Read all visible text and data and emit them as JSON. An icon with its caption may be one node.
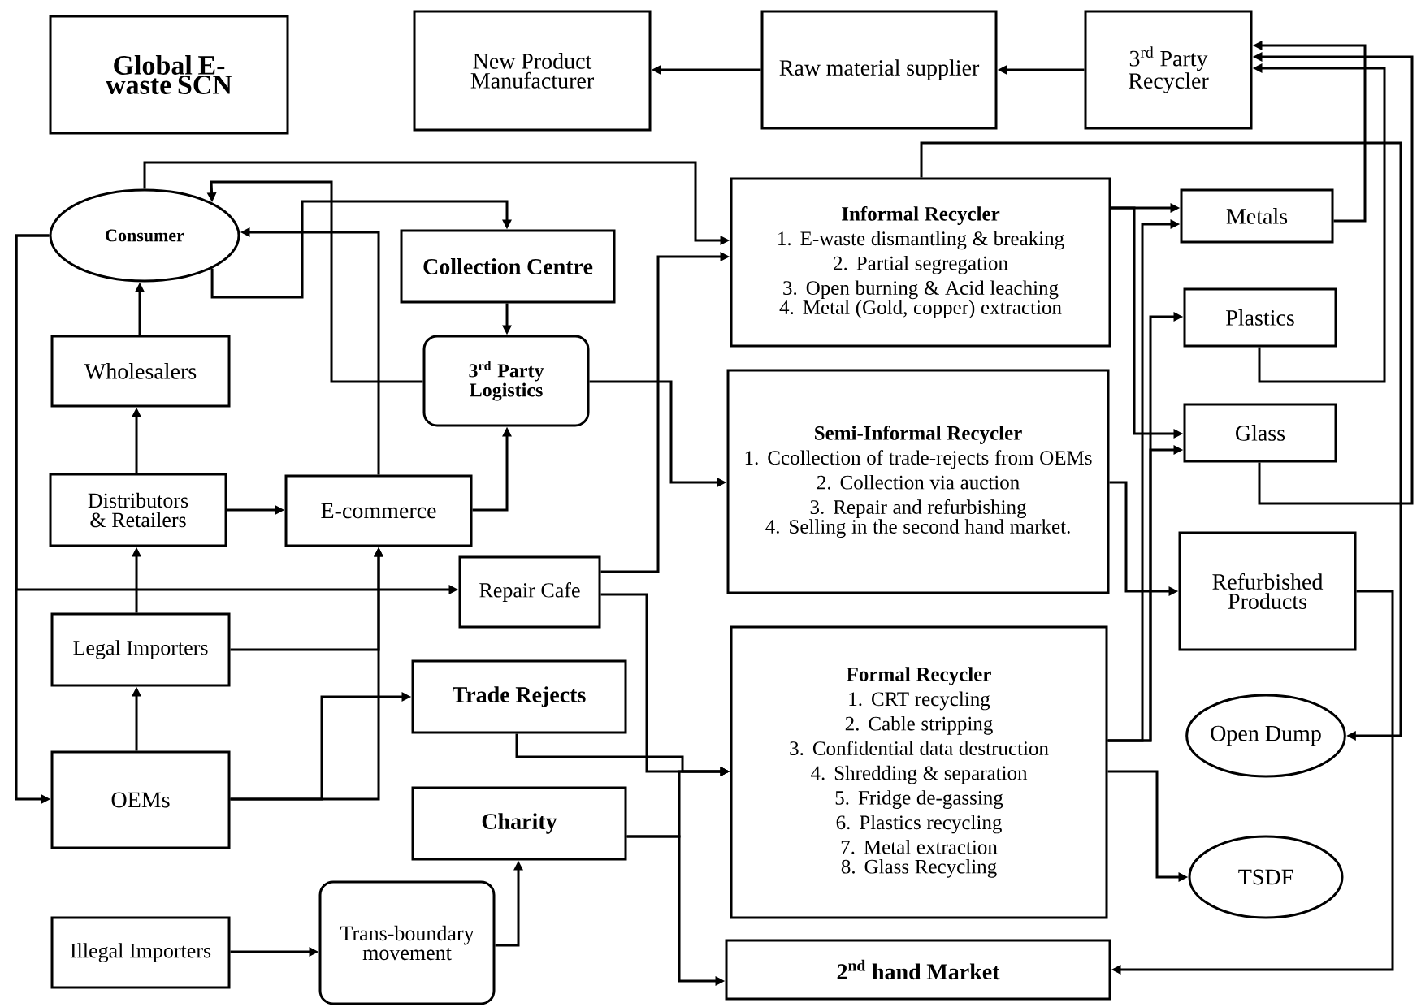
{
  "diagram": {
    "nodes": [
      {
        "text": [
          "Global E-waste SCN"
        ]
      },
      {
        "text": [
          "New Product Manufacturer"
        ]
      },
      {
        "text": [
          "Raw material supplier"
        ]
      },
      {
        "text": [
          "3$^{rd}$ Party Recycler"
        ]
      },
      {
        "text": [
          "Consumer"
        ]
      },
      {
        "text": [
          "Collection Centre"
        ]
      },
      {
        "text": [
          "3$^{rd}$ Party Logistics"
        ]
      },
      {
        "text": [
          "Wholesalers"
        ]
      },
      {
        "text": [
          "Distributors & Retailers"
        ]
      },
      {
        "text": [
          "E-commerce"
        ]
      },
      {
        "text": [
          "Repair Cafe"
        ]
      },
      {
        "text": [
          "Legal Importers"
        ]
      },
      {
        "text": [
          "Trade Rejects"
        ]
      },
      {
        "text": [
          "OEMs"
        ]
      },
      {
        "text": [
          "Charity"
        ]
      },
      {
        "text": [
          "Illegal Importers"
        ]
      },
      {
        "text": [
          "Trans-boundary movement"
        ]
      },
      {
        "text": [
          "Informal Recycler",
          "1. E-waste dismantling & breaking",
          "2. Partial segregation",
          "3. Open burning & Acid leaching",
          "4. Metal (Gold, copper) extraction"
        ]
      },
      {
        "text": [
          "Semi-Informal Recycler",
          "1. Ccollection of trade-rejects from OEMs",
          "2. Collection via auction",
          "3. Repair and refurbishing",
          "4. Selling in the second hand market."
        ]
      },
      {
        "text": [
          "Formal Recycler",
          "1. CRT recycling",
          "2. Cable stripping",
          "3. Confidential data destruction",
          "4. Shredding & separation",
          "5. Fridge de-gassing",
          "6. Plastics recycling",
          "7. Metal extraction",
          "8. Glass Recycling"
        ]
      },
      {
        "text": [
          "2$^{nd}$ hand Market"
        ]
      },
      {
        "text": [
          "Metals"
        ]
      },
      {
        "text": [
          "Plastics"
        ]
      },
      {
        "text": [
          "Glass"
        ]
      },
      {
        "text": [
          "Refurbished Products"
        ]
      },
      {
        "text": [
          "Open Dump"
        ]
      },
      {
        "text": [
          "TSDF"
        ]
      }
    ],
    "edges": [
      {
        "from": 3,
        "to": 2,
        "arrow": "to"
      },
      {
        "from": 2,
        "to": 1,
        "arrow": "to"
      },
      {
        "from": 21,
        "to": 3,
        "arrow": "to"
      },
      {
        "from": 22,
        "to": 3,
        "arrow": "to"
      },
      {
        "from": 23,
        "to": 3,
        "arrow": "to"
      },
      {
        "from": 7,
        "to": 4,
        "arrow": "to"
      },
      {
        "from": 8,
        "to": 7,
        "arrow": "to"
      },
      {
        "from": 8,
        "to": 9,
        "arrow": "to"
      },
      {
        "from": 11,
        "to": 8,
        "arrow": "to"
      },
      {
        "from": 11,
        "to": 9,
        "arrow": "to"
      },
      {
        "from": 13,
        "to": 11,
        "arrow": "to"
      },
      {
        "from": 13,
        "to": 9,
        "arrow": "to"
      },
      {
        "from": 13,
        "to": 12,
        "arrow": "to"
      },
      {
        "from": 9,
        "to": 4,
        "arrow": "to"
      },
      {
        "from": 9,
        "to": 6,
        "arrow": "to"
      },
      {
        "from": 5,
        "to": 6,
        "arrow": "to"
      },
      {
        "from": 4,
        "to": 5,
        "arrow": "to"
      },
      {
        "from": 6,
        "to": 4,
        "arrow": "to"
      },
      {
        "from": 4,
        "to": 10,
        "arrow": "to"
      },
      {
        "from": 4,
        "to": 13,
        "arrow": "to"
      },
      {
        "from": 4,
        "to": 17,
        "arrow": "to"
      },
      {
        "from": 10,
        "to": 17,
        "arrow": "to"
      },
      {
        "from": 6,
        "to": 18,
        "arrow": "to"
      },
      {
        "from": 10,
        "to": 19,
        "arrow": "to"
      },
      {
        "from": 12,
        "to": 19,
        "arrow": "to"
      },
      {
        "from": 14,
        "to": 19,
        "arrow": "to"
      },
      {
        "from": 14,
        "to": 20,
        "arrow": "to"
      },
      {
        "from": 16,
        "to": 14,
        "arrow": "to"
      },
      {
        "from": 15,
        "to": 16,
        "arrow": "to"
      },
      {
        "from": 17,
        "to": 21,
        "arrow": "to"
      },
      {
        "from": 17,
        "to": 23,
        "arrow": "to"
      },
      {
        "from": 19,
        "to": 21,
        "arrow": "to"
      },
      {
        "from": 19,
        "to": 22,
        "arrow": "to"
      },
      {
        "from": 19,
        "to": 23,
        "arrow": "to"
      },
      {
        "from": 18,
        "to": 24,
        "arrow": "to"
      },
      {
        "from": 19,
        "to": 26,
        "arrow": "to"
      },
      {
        "from": 24,
        "to": 20,
        "arrow": "to"
      },
      {
        "from": 17,
        "to": 25,
        "arrow": "to"
      }
    ]
  }
}
